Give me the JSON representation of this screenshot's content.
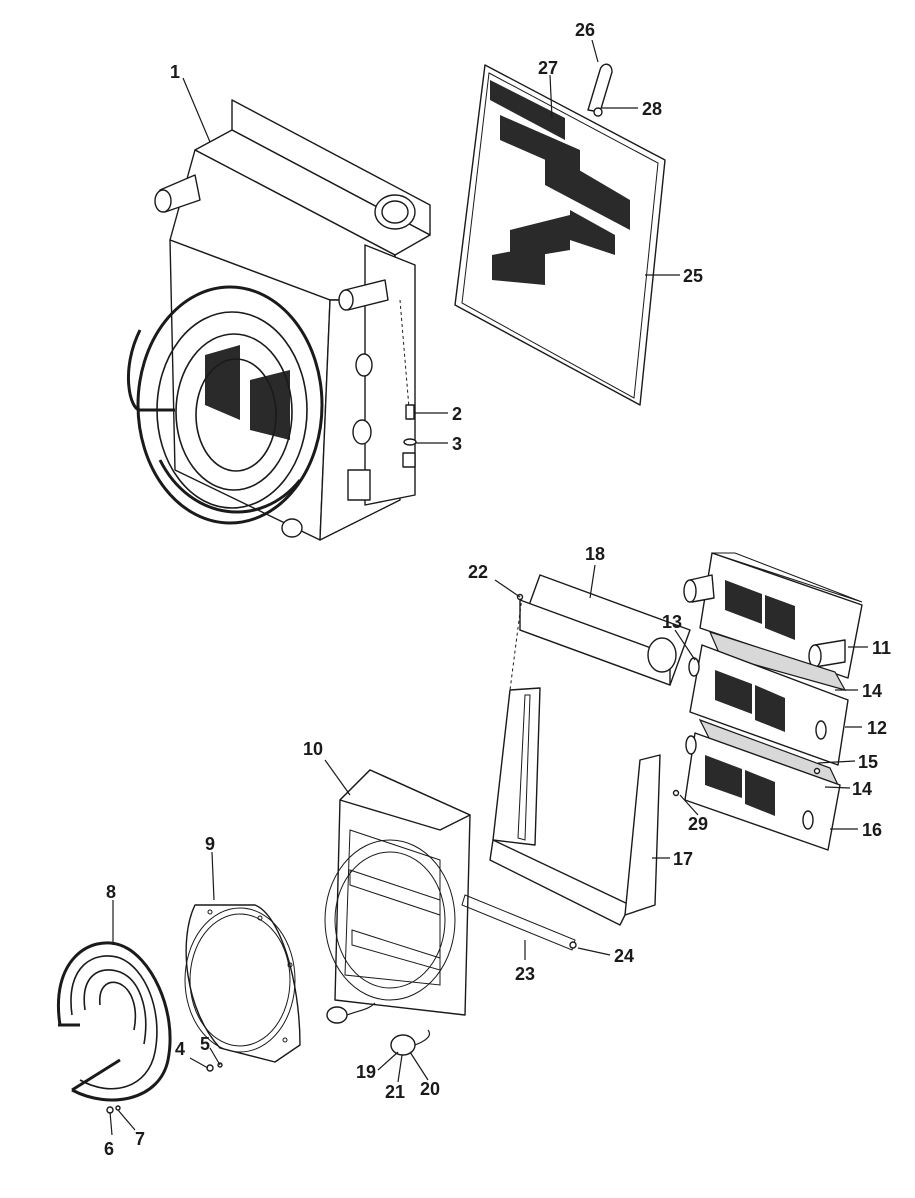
{
  "diagram": {
    "callouts": [
      "1",
      "2",
      "3",
      "4",
      "5",
      "6",
      "7",
      "8",
      "9",
      "10",
      "11",
      "12",
      "13",
      "14",
      "14",
      "15",
      "16",
      "17",
      "18",
      "19",
      "20",
      "21",
      "22",
      "23",
      "24",
      "25",
      "26",
      "27",
      "28",
      "29"
    ]
  }
}
